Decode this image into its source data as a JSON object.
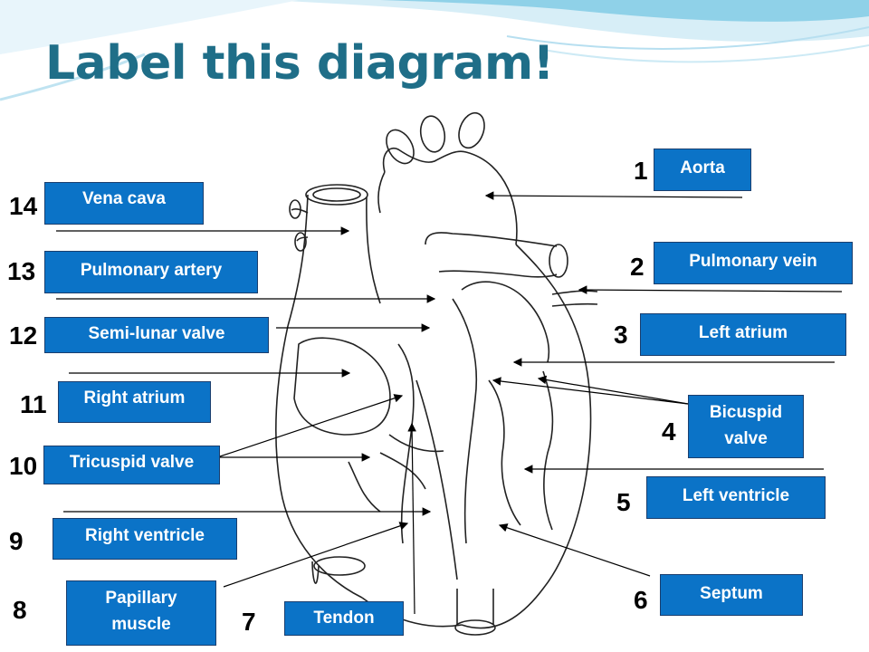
{
  "title": "Label this diagram!",
  "colors": {
    "title": "#1f6e88",
    "label_box": "#0b73c7",
    "label_text": "#ffffff",
    "wave_light": "#d7eef7",
    "wave_mid": "#8fd1e8"
  },
  "labels": [
    {
      "number": "1",
      "text": "Aorta"
    },
    {
      "number": "2",
      "text": "Pulmonary vein"
    },
    {
      "number": "3",
      "text": "Left atrium"
    },
    {
      "number": "4",
      "text": "Bicuspid valve"
    },
    {
      "number": "5",
      "text": "Left ventricle"
    },
    {
      "number": "6",
      "text": "Septum"
    },
    {
      "number": "7",
      "text": "Tendon"
    },
    {
      "number": "8",
      "text": "Papillary muscle"
    },
    {
      "number": "9",
      "text": "Right ventricle"
    },
    {
      "number": "10",
      "text": "Tricuspid valve"
    },
    {
      "number": "11",
      "text": "Right atrium"
    },
    {
      "number": "12",
      "text": "Semi-lunar valve"
    },
    {
      "number": "13",
      "text": "Pulmonary artery"
    },
    {
      "number": "14",
      "text": "Vena cava"
    }
  ]
}
